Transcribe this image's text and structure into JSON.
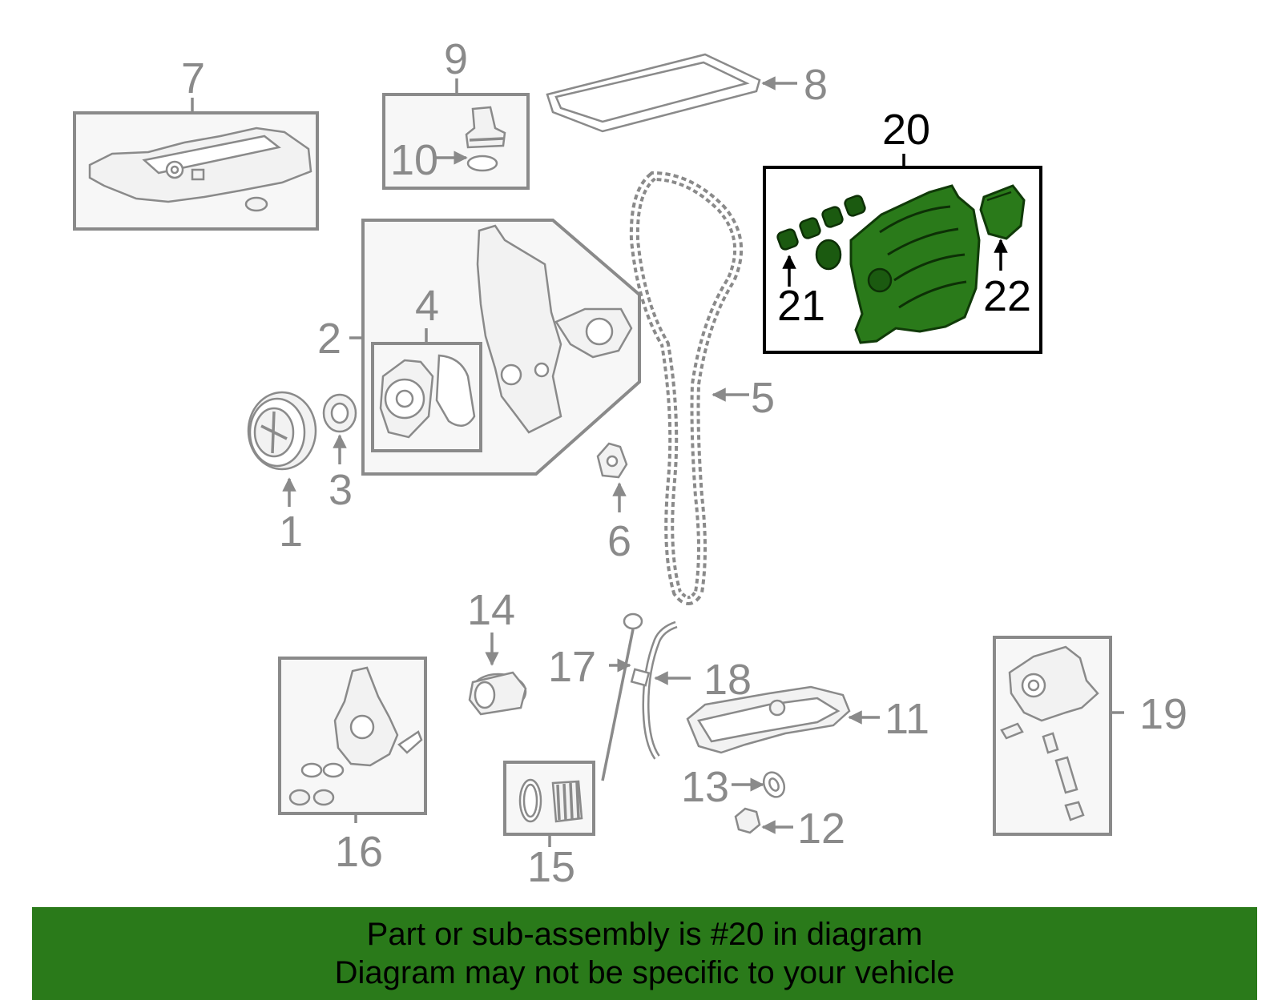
{
  "callouts": {
    "c1": "1",
    "c2": "2",
    "c3": "3",
    "c4": "4",
    "c5": "5",
    "c6": "6",
    "c7": "7",
    "c8": "8",
    "c9": "9",
    "c10": "10",
    "c11": "11",
    "c12": "12",
    "c13": "13",
    "c14": "14",
    "c15": "15",
    "c16": "16",
    "c17": "17",
    "c18": "18",
    "c19": "19",
    "c20": "20",
    "c21": "21",
    "c22": "22"
  },
  "highlight": {
    "part_number": "20",
    "color": "#2a7a1a"
  },
  "banner": {
    "line1": "Part or sub-assembly is #20 in diagram",
    "line2": "Diagram may not be specific to your vehicle",
    "background": "#2a7a1a"
  },
  "colors": {
    "part_outline": "#8a8a8a",
    "highlight_outline": "#000000"
  }
}
